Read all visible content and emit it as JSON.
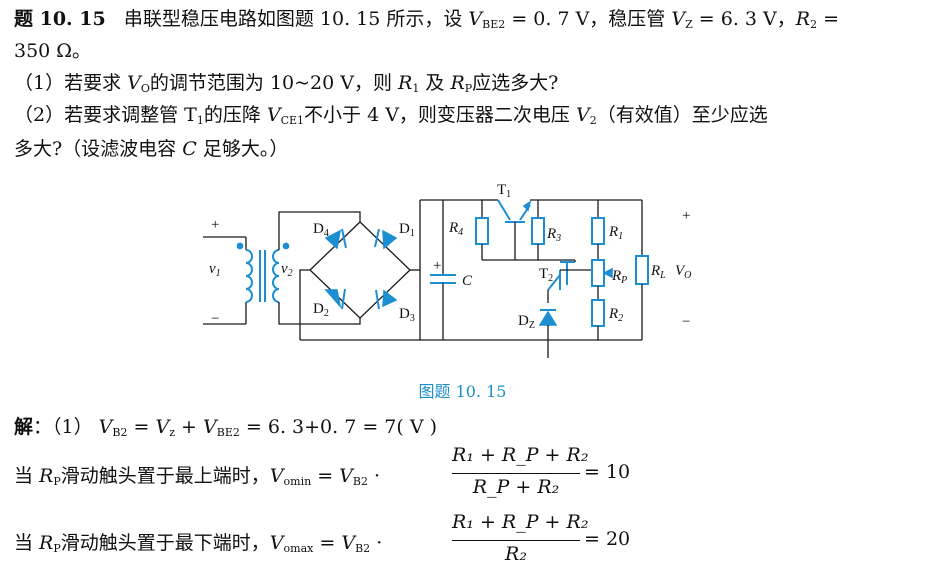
{
  "problem": {
    "number": "题 10. 15",
    "line1a": "串联型稳压电路如图题 10. 15 所示，设 ",
    "vbe2": "V",
    "vbe2_sub": "BE2",
    "line1b": " = 0. 7 V，稳压管 ",
    "vz": "V",
    "vz_sub": "Z",
    "line1c": " = 6. 3 V，",
    "r2": "R",
    "r2_sub": "2",
    "line1d": " =",
    "line2": "350 Ω。",
    "q1a": "（1）若要求 ",
    "q1_vo": "V",
    "q1_vo_sub": "O",
    "q1b": "的调节范围为 10~20 V，则 ",
    "q1_r1": "R",
    "q1_r1_sub": "1",
    "q1c": " 及 ",
    "q1_rp": "R",
    "q1_rp_sub": "P",
    "q1d": "应选多大?",
    "q2a": "（2）若要求调整管 T",
    "q2_t1_sub": "1",
    "q2b": "的压降 ",
    "q2_v": "V",
    "q2_v_sub": "CE1",
    "q2c": "不小于 4 V，则变压器二次电压 ",
    "q2_v2": "V",
    "q2_v2_sub": "2",
    "q2d": "（有效值）至少应选",
    "q2e": "多大?（设滤波电容 ",
    "q2_c": "C",
    "q2f": " 足够大。）"
  },
  "figure": {
    "caption": "图题 10. 15",
    "labels": {
      "plus_in": "+",
      "minus_in": "−",
      "v1": "v",
      "v1_sub": "1",
      "v2": "v",
      "v2_sub": "2",
      "d1": "D",
      "d1_sub": "1",
      "d2": "D",
      "d2_sub": "2",
      "d3": "D",
      "d3_sub": "3",
      "d4": "D",
      "d4_sub": "4",
      "c": "C",
      "cplus": "+",
      "t1": "T",
      "t1_sub": "1",
      "t2": "T",
      "t2_sub": "2",
      "r1": "R",
      "r1_sub": "1",
      "r2": "R",
      "r2_sub": "2",
      "r3": "R",
      "r3_sub": "3",
      "r4": "R",
      "r4_sub": "4",
      "rp": "R",
      "rp_sub": "P",
      "rl": "R",
      "rl_sub": "L",
      "vo": "V",
      "vo_sub": "O",
      "dz": "D",
      "dz_sub": "Z",
      "plus_out": "+",
      "minus_out": "−"
    }
  },
  "solution": {
    "label": "解",
    "s1a": "：（1） ",
    "s1_vb2": "V",
    "s1_vb2_sub": "B2",
    "s1b": " = ",
    "s1_vz": "V",
    "s1_vz_sub": "z",
    "s1c": " + ",
    "s1_vbe": "V",
    "s1_vbe_sub": "BE2",
    "s1d": " = 6. 3+0. 7 = 7( V )",
    "s2a": "当 ",
    "s2_rp": "R",
    "s2_rp_sub": "P",
    "s2b": "滑动触头置于最上端时，",
    "s2_vo": "V",
    "s2_vo_sub": "omin",
    "s2c": " = ",
    "s2_vb": "V",
    "s2_vb_sub": "B2",
    "s2d": " ·",
    "s2_num": "R₁ + R_P + R₂",
    "s2_den": "R_P + R₂",
    "s2_res": "= 10",
    "s3a": "当 ",
    "s3_rp": "R",
    "s3_rp_sub": "P",
    "s3b": "滑动触头置于最下端时，",
    "s3_vo": "V",
    "s3_vo_sub": "omax",
    "s3c": " = ",
    "s3_vb": "V",
    "s3_vb_sub": "B2",
    "s3d": " ·",
    "s3_num": "R₁ + R_P + R₂",
    "s3_den": "R₂",
    "s3_res": "= 20"
  }
}
